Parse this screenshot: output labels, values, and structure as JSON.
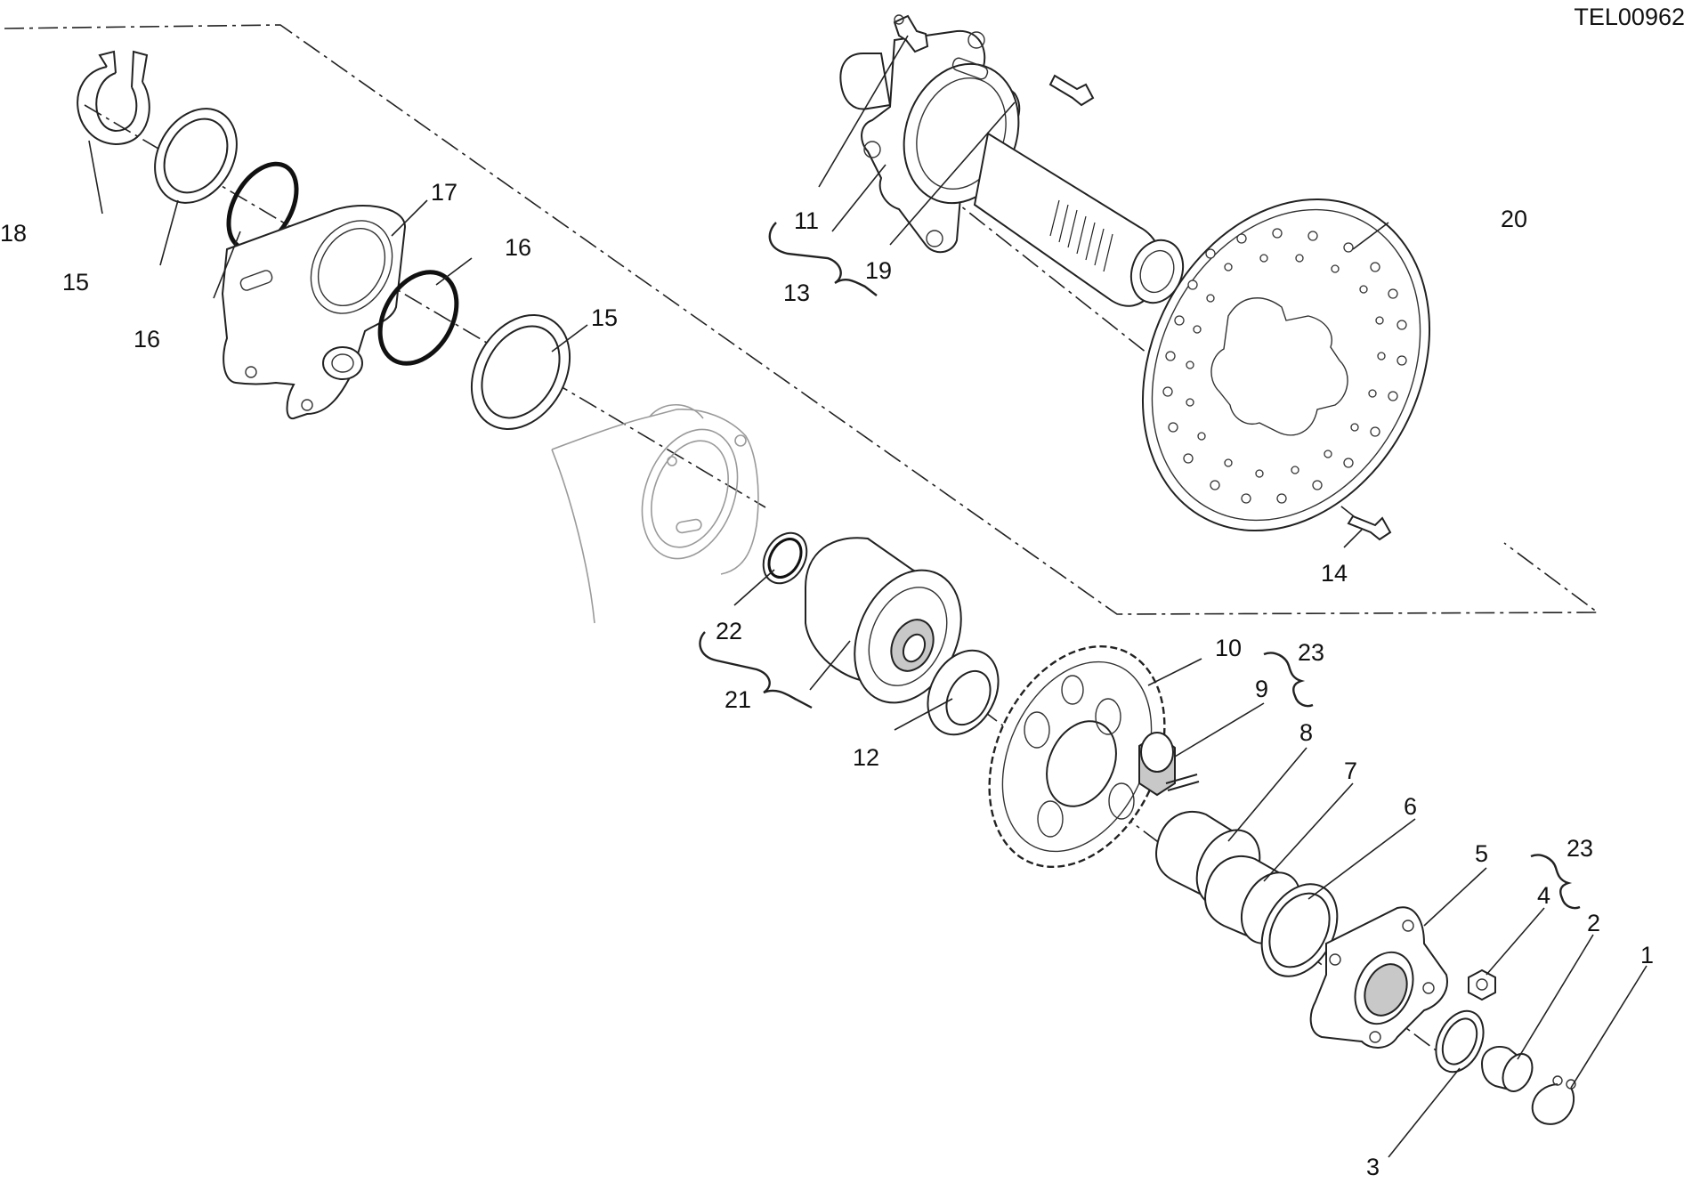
{
  "drawing_code": "TEL00962",
  "labels": {
    "n1": "1",
    "n2": "2",
    "n3": "3",
    "n4": "4",
    "n5": "5",
    "n6": "6",
    "n7": "7",
    "n8": "8",
    "n9": "9",
    "n10": "10",
    "n11": "11",
    "n12": "12",
    "n13": "13",
    "n14": "14",
    "n15a": "15",
    "n15b": "15",
    "n16a": "16",
    "n16b": "16",
    "n17": "17",
    "n18": "18",
    "n19": "19",
    "n20": "20",
    "n21": "21",
    "n22": "22",
    "n23a": "23",
    "n23b": "23"
  }
}
